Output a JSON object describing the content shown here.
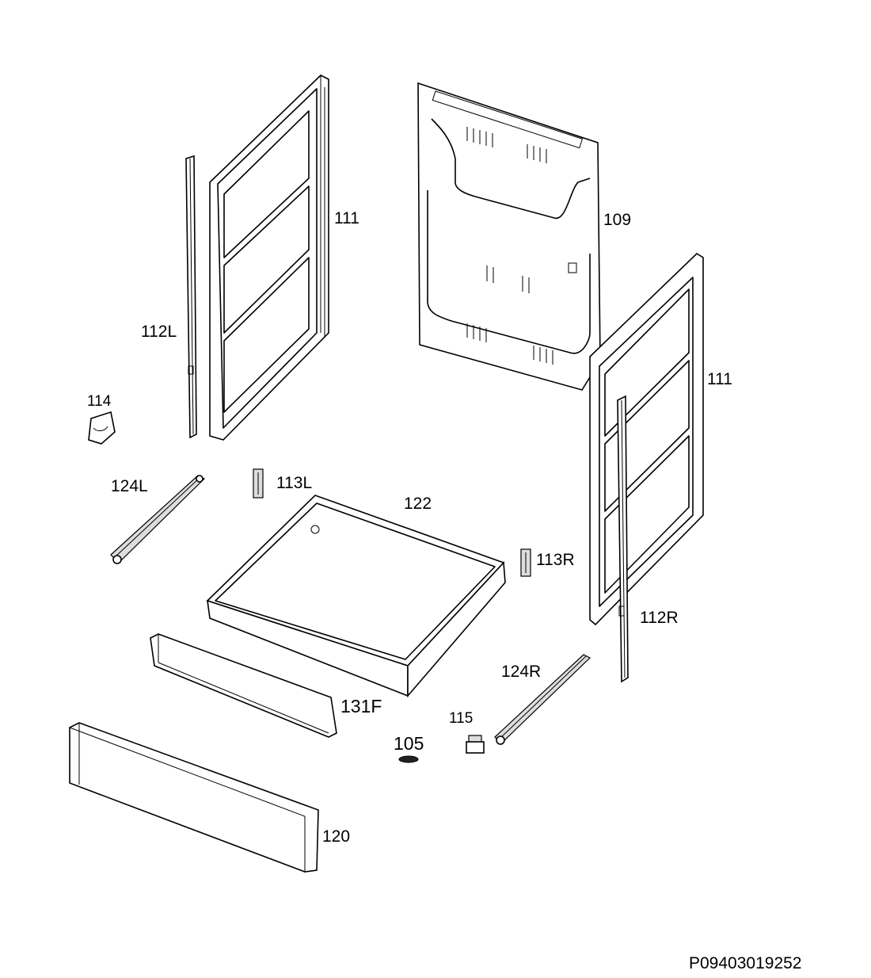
{
  "labels": {
    "p111_left": "111",
    "p109": "109",
    "p112L": "112L",
    "p111_right": "111",
    "p114": "114",
    "p124L": "124L",
    "p113L": "113L",
    "p122": "122",
    "p113R": "113R",
    "p112R": "112R",
    "p124R": "124R",
    "p131F": "131F",
    "p115": "115",
    "p105": "105",
    "p120": "120"
  },
  "document_code": "P09403019252"
}
